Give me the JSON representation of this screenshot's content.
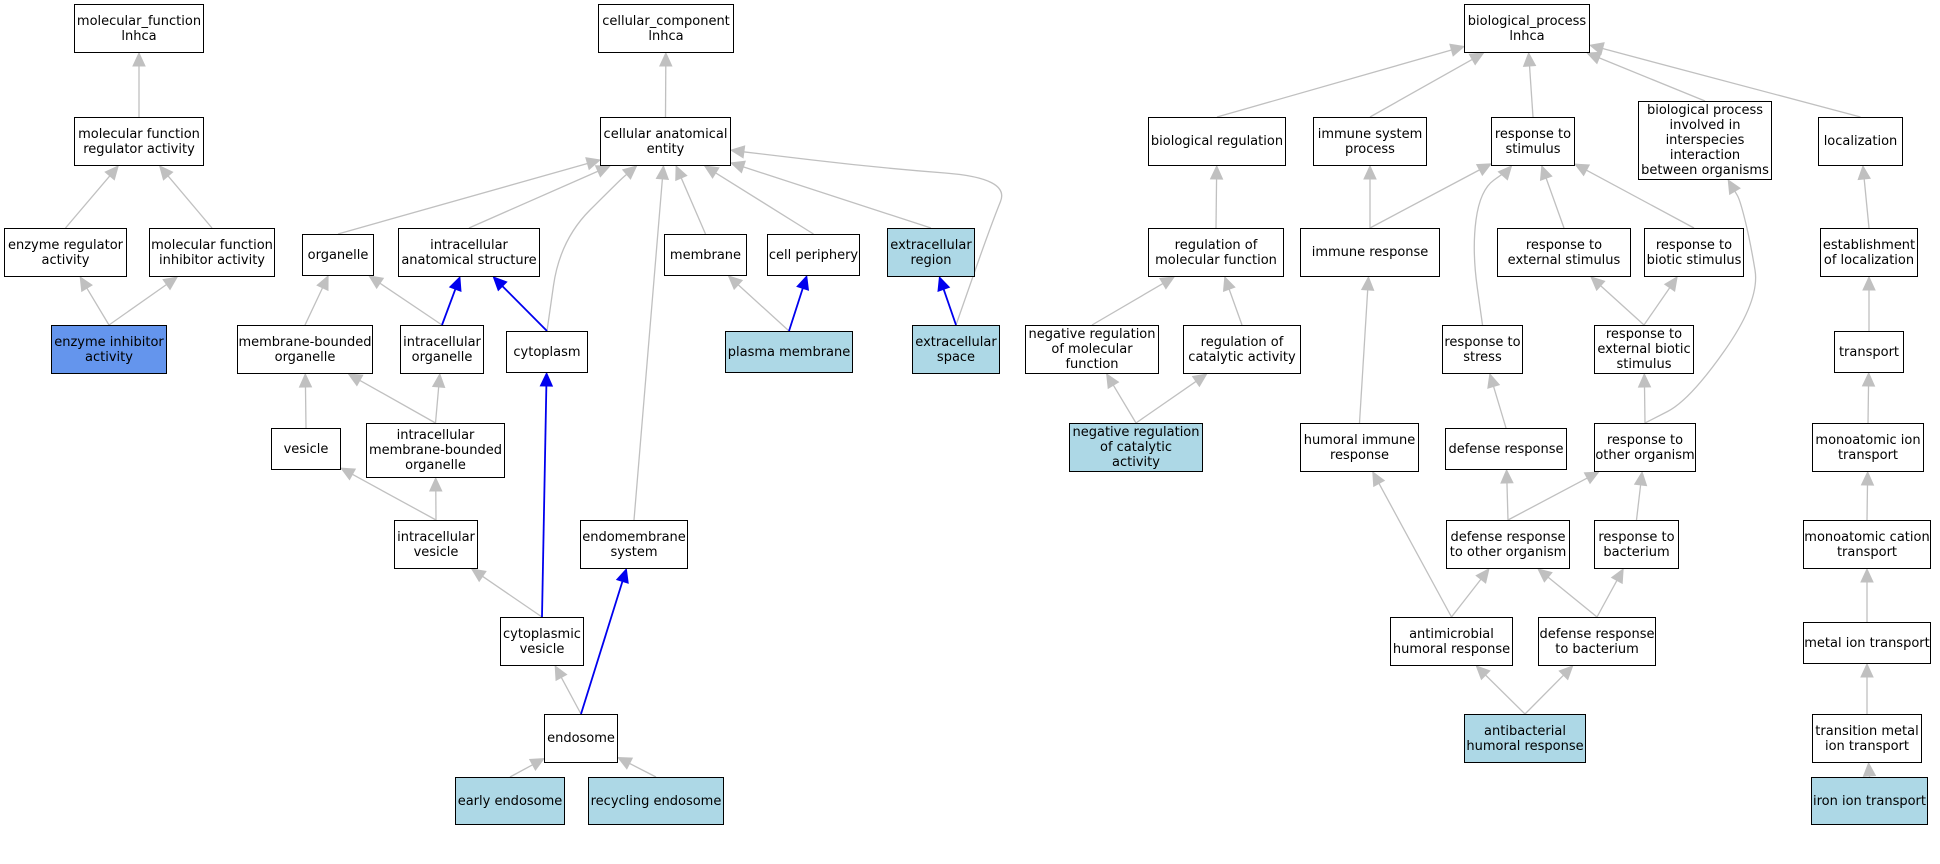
{
  "colors": {
    "highlight": "#add8e6",
    "primary": "#6495ed",
    "edge_default": "#c0c0c0",
    "edge_highlight": "#0000ee",
    "node_border": "#000000"
  },
  "nodes": {
    "mf_root": {
      "label": "molecular_function\nlnhca",
      "style": "plain"
    },
    "mf_reg": {
      "label": "molecular function\nregulator activity",
      "style": "plain"
    },
    "enz_reg": {
      "label": "enzyme regulator\nactivity",
      "style": "plain"
    },
    "mf_inhib": {
      "label": "molecular function\ninhibitor activity",
      "style": "plain"
    },
    "enz_inhib": {
      "label": "enzyme inhibitor\nactivity",
      "style": "primary"
    },
    "cc_root": {
      "label": "cellular_component\nlnhca",
      "style": "plain"
    },
    "cae": {
      "label": "cellular anatomical\nentity",
      "style": "plain"
    },
    "organelle": {
      "label": "organelle",
      "style": "plain"
    },
    "ias": {
      "label": "intracellular\nanatomical structure",
      "style": "plain"
    },
    "membrane": {
      "label": "membrane",
      "style": "plain"
    },
    "cell_periph": {
      "label": "cell periphery",
      "style": "plain"
    },
    "extra_region": {
      "label": "extracellular\nregion",
      "style": "highlight"
    },
    "mbo": {
      "label": "membrane-bounded\norganelle",
      "style": "plain"
    },
    "intra_org": {
      "label": "intracellular\norganelle",
      "style": "plain"
    },
    "cytoplasm": {
      "label": "cytoplasm",
      "style": "plain"
    },
    "plasma_mem": {
      "label": "plasma membrane",
      "style": "highlight"
    },
    "extra_space": {
      "label": "extracellular\nspace",
      "style": "highlight"
    },
    "vesicle": {
      "label": "vesicle",
      "style": "plain"
    },
    "imbo": {
      "label": "intracellular\nmembrane-bounded\norganelle",
      "style": "plain"
    },
    "intra_ves": {
      "label": "intracellular\nvesicle",
      "style": "plain"
    },
    "endomem": {
      "label": "endomembrane\nsystem",
      "style": "plain"
    },
    "cyto_ves": {
      "label": "cytoplasmic\nvesicle",
      "style": "plain"
    },
    "endosome": {
      "label": "endosome",
      "style": "plain"
    },
    "early_endo": {
      "label": "early endosome",
      "style": "highlight"
    },
    "recyc_endo": {
      "label": "recycling endosome",
      "style": "highlight"
    },
    "bp_root": {
      "label": "biological_process\nlnhca",
      "style": "plain"
    },
    "bio_reg": {
      "label": "biological regulation",
      "style": "plain"
    },
    "imm_proc": {
      "label": "immune system\nprocess",
      "style": "plain"
    },
    "resp_stim": {
      "label": "response to\nstimulus",
      "style": "plain"
    },
    "bp_inter": {
      "label": "biological process\ninvolved in\ninterspecies\ninteraction\nbetween organisms",
      "style": "plain"
    },
    "localization": {
      "label": "localization",
      "style": "plain"
    },
    "reg_mf": {
      "label": "regulation of\nmolecular function",
      "style": "plain"
    },
    "imm_resp": {
      "label": "immune response",
      "style": "plain"
    },
    "resp_ext": {
      "label": "response to\nexternal stimulus",
      "style": "plain"
    },
    "resp_biotic": {
      "label": "response to\nbiotic stimulus",
      "style": "plain"
    },
    "estab_loc": {
      "label": "establishment\nof localization",
      "style": "plain"
    },
    "neg_reg_mf": {
      "label": "negative regulation\nof molecular\nfunction",
      "style": "plain"
    },
    "reg_cat": {
      "label": "regulation of\ncatalytic activity",
      "style": "plain"
    },
    "resp_stress": {
      "label": "response to\nstress",
      "style": "plain"
    },
    "resp_ext_bio": {
      "label": "response to\nexternal biotic\nstimulus",
      "style": "plain"
    },
    "transport": {
      "label": "transport",
      "style": "plain"
    },
    "neg_reg_cat": {
      "label": "negative regulation\nof catalytic\nactivity",
      "style": "highlight"
    },
    "hum_imm": {
      "label": "humoral immune\nresponse",
      "style": "plain"
    },
    "def_resp": {
      "label": "defense response",
      "style": "plain"
    },
    "resp_other": {
      "label": "response to\nother organism",
      "style": "plain"
    },
    "mono_ion": {
      "label": "monoatomic ion\ntransport",
      "style": "plain"
    },
    "def_other": {
      "label": "defense response\nto other organism",
      "style": "plain"
    },
    "resp_bact": {
      "label": "response to\nbacterium",
      "style": "plain"
    },
    "mono_cat": {
      "label": "monoatomic cation\ntransport",
      "style": "plain"
    },
    "antimic": {
      "label": "antimicrobial\nhumoral response",
      "style": "plain"
    },
    "def_bact": {
      "label": "defense response\nto bacterium",
      "style": "plain"
    },
    "metal_ion": {
      "label": "metal ion transport",
      "style": "plain"
    },
    "trans_metal": {
      "label": "transition metal\nion transport",
      "style": "plain"
    },
    "antibac": {
      "label": "antibacterial\nhumoral response",
      "style": "highlight"
    },
    "iron_ion": {
      "label": "iron ion transport",
      "style": "highlight"
    }
  },
  "edges": [
    {
      "from": "mf_reg",
      "to": "mf_root",
      "hl": false
    },
    {
      "from": "enz_reg",
      "to": "mf_reg",
      "hl": false
    },
    {
      "from": "mf_inhib",
      "to": "mf_reg",
      "hl": false
    },
    {
      "from": "enz_inhib",
      "to": "enz_reg",
      "hl": false
    },
    {
      "from": "enz_inhib",
      "to": "mf_inhib",
      "hl": false
    },
    {
      "from": "cae",
      "to": "cc_root",
      "hl": false
    },
    {
      "from": "organelle",
      "to": "cae",
      "hl": false
    },
    {
      "from": "ias",
      "to": "cae",
      "hl": false
    },
    {
      "from": "cytoplasm",
      "to": "cae",
      "hl": false
    },
    {
      "from": "endomem",
      "to": "cae",
      "hl": false
    },
    {
      "from": "membrane",
      "to": "cae",
      "hl": false
    },
    {
      "from": "cell_periph",
      "to": "cae",
      "hl": false
    },
    {
      "from": "extra_region",
      "to": "cae",
      "hl": false
    },
    {
      "from": "extra_space",
      "to": "cae",
      "hl": false
    },
    {
      "from": "mbo",
      "to": "organelle",
      "hl": false
    },
    {
      "from": "intra_org",
      "to": "organelle",
      "hl": false
    },
    {
      "from": "intra_org",
      "to": "ias",
      "hl": true
    },
    {
      "from": "cytoplasm",
      "to": "ias",
      "hl": true
    },
    {
      "from": "plasma_mem",
      "to": "membrane",
      "hl": false
    },
    {
      "from": "plasma_mem",
      "to": "cell_periph",
      "hl": true
    },
    {
      "from": "extra_space",
      "to": "extra_region",
      "hl": true
    },
    {
      "from": "vesicle",
      "to": "mbo",
      "hl": false
    },
    {
      "from": "imbo",
      "to": "mbo",
      "hl": false
    },
    {
      "from": "imbo",
      "to": "intra_org",
      "hl": false
    },
    {
      "from": "intra_ves",
      "to": "vesicle",
      "hl": false
    },
    {
      "from": "intra_ves",
      "to": "imbo",
      "hl": false
    },
    {
      "from": "cyto_ves",
      "to": "intra_ves",
      "hl": false
    },
    {
      "from": "cyto_ves",
      "to": "cytoplasm",
      "hl": true
    },
    {
      "from": "endosome",
      "to": "cyto_ves",
      "hl": false
    },
    {
      "from": "endosome",
      "to": "endomem",
      "hl": true
    },
    {
      "from": "early_endo",
      "to": "endosome",
      "hl": false
    },
    {
      "from": "recyc_endo",
      "to": "endosome",
      "hl": false
    },
    {
      "from": "bio_reg",
      "to": "bp_root",
      "hl": false
    },
    {
      "from": "imm_proc",
      "to": "bp_root",
      "hl": false
    },
    {
      "from": "resp_stim",
      "to": "bp_root",
      "hl": false
    },
    {
      "from": "bp_inter",
      "to": "bp_root",
      "hl": false
    },
    {
      "from": "localization",
      "to": "bp_root",
      "hl": false
    },
    {
      "from": "reg_mf",
      "to": "bio_reg",
      "hl": false
    },
    {
      "from": "imm_resp",
      "to": "imm_proc",
      "hl": false
    },
    {
      "from": "imm_resp",
      "to": "resp_stim",
      "hl": false
    },
    {
      "from": "resp_ext",
      "to": "resp_stim",
      "hl": false
    },
    {
      "from": "resp_biotic",
      "to": "resp_stim",
      "hl": false
    },
    {
      "from": "resp_stress",
      "to": "resp_stim",
      "hl": false
    },
    {
      "from": "estab_loc",
      "to": "localization",
      "hl": false
    },
    {
      "from": "neg_reg_mf",
      "to": "reg_mf",
      "hl": false
    },
    {
      "from": "reg_cat",
      "to": "reg_mf",
      "hl": false
    },
    {
      "from": "resp_ext_bio",
      "to": "resp_ext",
      "hl": false
    },
    {
      "from": "resp_ext_bio",
      "to": "resp_biotic",
      "hl": false
    },
    {
      "from": "transport",
      "to": "estab_loc",
      "hl": false
    },
    {
      "from": "neg_reg_cat",
      "to": "neg_reg_mf",
      "hl": false
    },
    {
      "from": "neg_reg_cat",
      "to": "reg_cat",
      "hl": false
    },
    {
      "from": "hum_imm",
      "to": "imm_resp",
      "hl": false
    },
    {
      "from": "def_resp",
      "to": "resp_stress",
      "hl": false
    },
    {
      "from": "resp_other",
      "to": "resp_ext_bio",
      "hl": false
    },
    {
      "from": "resp_other",
      "to": "bp_inter",
      "hl": false
    },
    {
      "from": "mono_ion",
      "to": "transport",
      "hl": false
    },
    {
      "from": "def_other",
      "to": "def_resp",
      "hl": false
    },
    {
      "from": "def_other",
      "to": "resp_other",
      "hl": false
    },
    {
      "from": "resp_bact",
      "to": "resp_other",
      "hl": false
    },
    {
      "from": "mono_cat",
      "to": "mono_ion",
      "hl": false
    },
    {
      "from": "antimic",
      "to": "hum_imm",
      "hl": false
    },
    {
      "from": "antimic",
      "to": "def_other",
      "hl": false
    },
    {
      "from": "def_bact",
      "to": "def_other",
      "hl": false
    },
    {
      "from": "def_bact",
      "to": "resp_bact",
      "hl": false
    },
    {
      "from": "metal_ion",
      "to": "mono_cat",
      "hl": false
    },
    {
      "from": "trans_metal",
      "to": "metal_ion",
      "hl": false
    },
    {
      "from": "antibac",
      "to": "antimic",
      "hl": false
    },
    {
      "from": "antibac",
      "to": "def_bact",
      "hl": false
    },
    {
      "from": "iron_ion",
      "to": "trans_metal",
      "hl": false
    }
  ]
}
